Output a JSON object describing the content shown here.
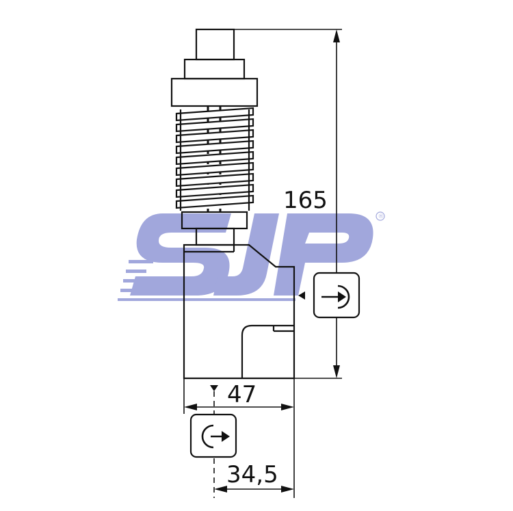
{
  "dimensions": {
    "height_label": "165",
    "width_label": "47",
    "offset_label": "34,5"
  },
  "watermark": {
    "text": "SJP",
    "registered_mark": "®",
    "color": "#5560c0"
  },
  "icons": {
    "side_entry": "cable-entry-side-icon",
    "bottom_entry": "cable-entry-bottom-icon"
  },
  "colors": {
    "line": "#111111",
    "background": "#ffffff"
  }
}
